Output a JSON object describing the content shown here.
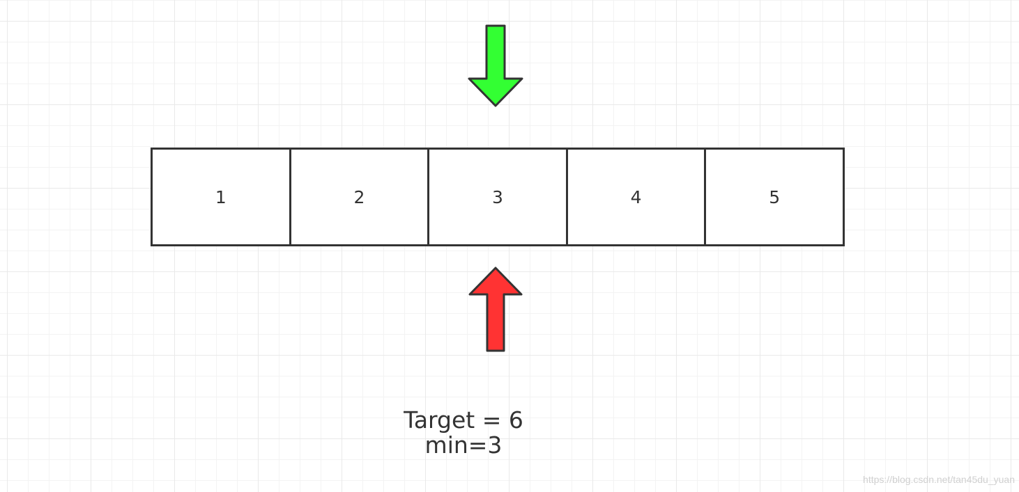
{
  "array": {
    "cells": [
      "1",
      "2",
      "3",
      "4",
      "5"
    ]
  },
  "pointers": {
    "top_color": "#33ff33",
    "bottom_color": "#ff3333",
    "stroke_color": "#333333"
  },
  "labels": {
    "target": "Target = 6",
    "min": "min=3"
  },
  "watermark": "https://blog.csdn.net/tan45du_yuan"
}
